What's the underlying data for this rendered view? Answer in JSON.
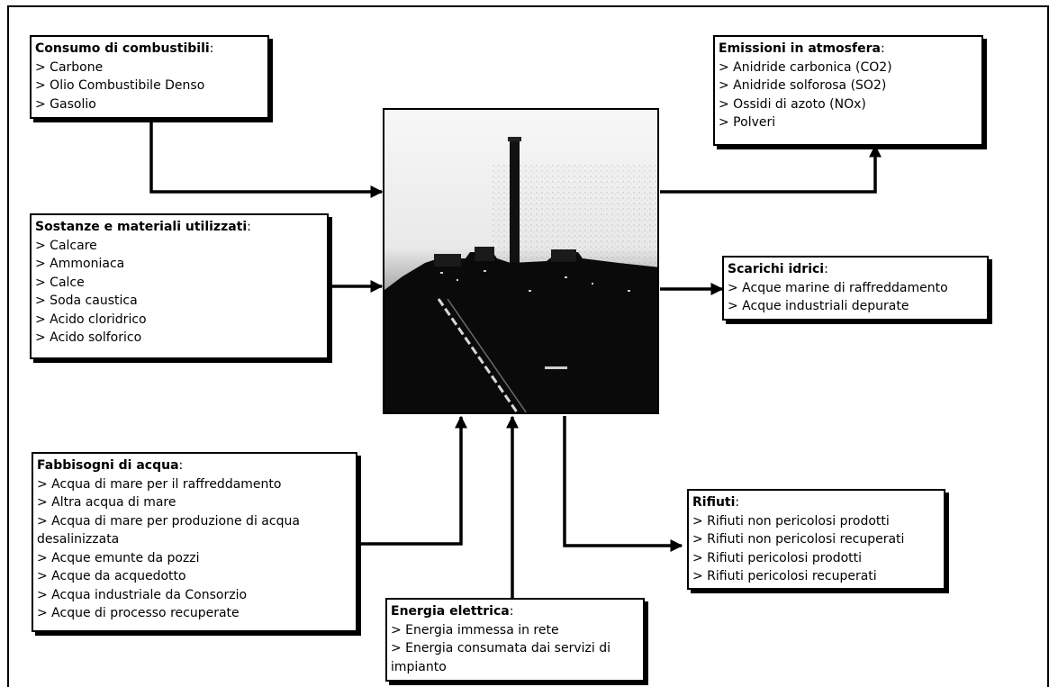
{
  "diagram": {
    "center_image": "power-plant-photo",
    "boxes": {
      "fuel_consumption": {
        "title": "Consumo di combustibili",
        "items": [
          "> Carbone",
          "> Olio Combustibile Denso",
          "> Gasolio"
        ]
      },
      "materials_used": {
        "title": "Sostanze e materiali utilizzati",
        "items": [
          "> Calcare",
          "> Ammoniaca",
          "> Calce",
          "> Soda caustica",
          "> Acido cloridrico",
          "> Acido solforico"
        ]
      },
      "water_needs": {
        "title": "Fabbisogni di acqua",
        "items": [
          "> Acqua di mare per il raffreddamento",
          "> Altra acqua di mare",
          "> Acqua di mare per produzione di acqua desalinizzata",
          "> Acque emunte da pozzi",
          "> Acque da acquedotto",
          "> Acqua industriale da Consorzio",
          "> Acque di processo recuperate"
        ]
      },
      "electric_energy": {
        "title": "Energia elettrica",
        "items": [
          "> Energia immessa in rete",
          "> Energia consumata dai servizi di impianto"
        ]
      },
      "air_emissions": {
        "title": "Emissioni in atmosfera",
        "items": [
          "> Anidride carbonica (CO2)",
          "> Anidride solforosa (SO2)",
          "> Ossidi di azoto (NOx)",
          "> Polveri"
        ]
      },
      "water_discharges": {
        "title": "Scarichi idrici",
        "items": [
          "> Acque marine di raffreddamento",
          "> Acque industriali depurate"
        ]
      },
      "waste": {
        "title": "Rifiuti",
        "items": [
          "> Rifiuti non pericolosi prodotti",
          "> Rifiuti non pericolosi recuperati",
          "> Rifiuti pericolosi prodotti",
          "> Rifiuti pericolosi recuperati"
        ]
      }
    }
  }
}
